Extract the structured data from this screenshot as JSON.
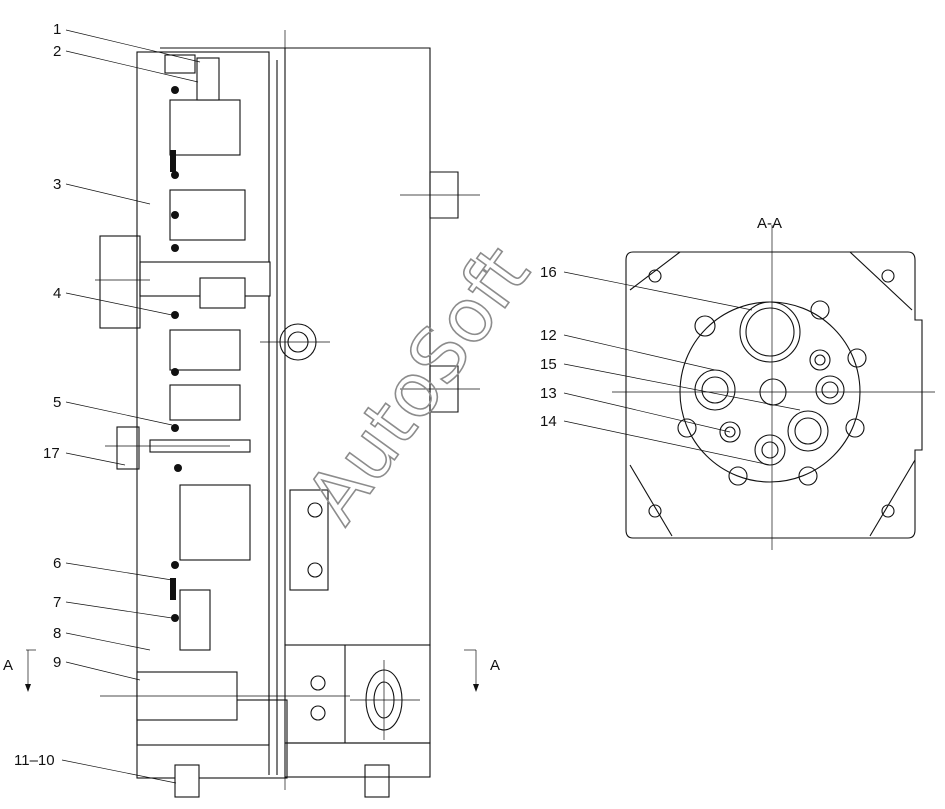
{
  "section_title": "A-A",
  "section_marks": [
    "A",
    "A"
  ],
  "watermark": "AutoSoft",
  "callouts": [
    "1",
    "2",
    "3",
    "4",
    "5",
    "17",
    "6",
    "7",
    "8",
    "9",
    "11–10",
    "16",
    "12",
    "15",
    "13",
    "14"
  ]
}
